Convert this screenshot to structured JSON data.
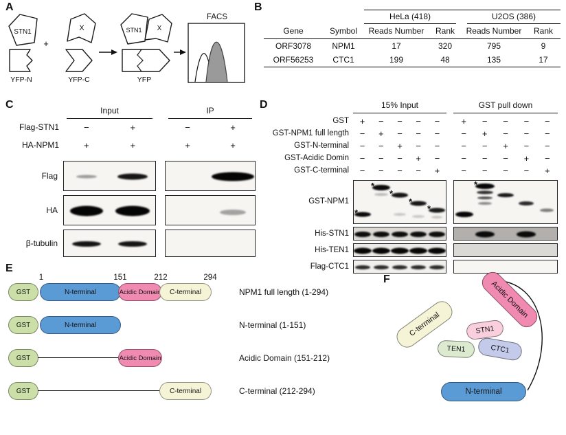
{
  "colors": {
    "n_terminal": "#5b9bd5",
    "acidic": "#f08ab0",
    "c_terminal": "#f6f4d6",
    "gst": "#cbe0a9",
    "stn1_bubble": "#f9cfdd",
    "ten1_bubble": "#dceacf",
    "ctc1_bubble": "#c4cbea"
  },
  "panel_a": {
    "label": "A",
    "bait_name": "STN1",
    "prey_name": "X",
    "plus": "+",
    "yfp_n_label": "YFP-N",
    "yfp_c_label": "YFP-C",
    "yfp_label": "YFP",
    "facs_label": "FACS"
  },
  "panel_b": {
    "label": "B",
    "groups": [
      "HeLa (418)",
      "U2OS (386)"
    ],
    "columns": [
      "Gene",
      "Symbol",
      "Reads Number",
      "Rank",
      "Reads Number",
      "Rank"
    ],
    "rows": [
      [
        "ORF3078",
        "NPM1",
        "17",
        "320",
        "795",
        "9"
      ],
      [
        "ORF56253",
        "CTC1",
        "199",
        "48",
        "135",
        "17"
      ]
    ]
  },
  "panel_c": {
    "label": "C",
    "col_groups": [
      "Input",
      "IP"
    ],
    "condition_rows": [
      {
        "label": "Flag-STN1",
        "input": [
          "−",
          "+"
        ],
        "ip": [
          "−",
          "+"
        ]
      },
      {
        "label": "HA-NPM1",
        "input": [
          "+",
          "+"
        ],
        "ip": [
          "+",
          "+"
        ]
      }
    ],
    "blot_labels": [
      "Flag",
      "HA",
      "β-tubulin"
    ]
  },
  "panel_d": {
    "label": "D",
    "col_groups": [
      "15% Input",
      "GST pull down"
    ],
    "condition_rows": [
      {
        "label": "GST",
        "left": [
          "+",
          "−",
          "−",
          "−",
          "−"
        ],
        "right": [
          "+",
          "−",
          "−",
          "−",
          "−"
        ]
      },
      {
        "label": "GST-NPM1 full length",
        "left": [
          "−",
          "+",
          "−",
          "−",
          "−"
        ],
        "right": [
          "−",
          "+",
          "−",
          "−",
          "−"
        ]
      },
      {
        "label": "GST-N-terminal",
        "left": [
          "−",
          "−",
          "+",
          "−",
          "−"
        ],
        "right": [
          "−",
          "−",
          "+",
          "−",
          "−"
        ]
      },
      {
        "label": "GST-Acidic Domin",
        "left": [
          "−",
          "−",
          "−",
          "+",
          "−"
        ],
        "right": [
          "−",
          "−",
          "−",
          "+",
          "−"
        ]
      },
      {
        "label": "GST-C-terminal",
        "left": [
          "−",
          "−",
          "−",
          "−",
          "+"
        ],
        "right": [
          "−",
          "−",
          "−",
          "−",
          "+"
        ]
      }
    ],
    "blot_labels": [
      "GST-NPM1",
      "His-STN1",
      "His-TEN1",
      "Flag-CTC1"
    ],
    "asterisk": "*"
  },
  "panel_e": {
    "label": "E",
    "positions": [
      "1",
      "151",
      "212",
      "294"
    ],
    "gst_label": "GST",
    "domains": {
      "n": "N-terminal",
      "a": "Acidic Domain",
      "c": "C-terminal"
    },
    "captions": [
      "NPM1 full length (1-294)",
      "N-terminal (1-151)",
      "Acidic Domain (151-212)",
      "C-terminal (212-294)"
    ]
  },
  "panel_f": {
    "label": "F",
    "c_terminal": "C-terminal",
    "acidic": "Acidic Domain",
    "stn1": "STN1",
    "ten1": "TEN1",
    "ctc1": "CTC1",
    "n_terminal": "N-terminal"
  }
}
